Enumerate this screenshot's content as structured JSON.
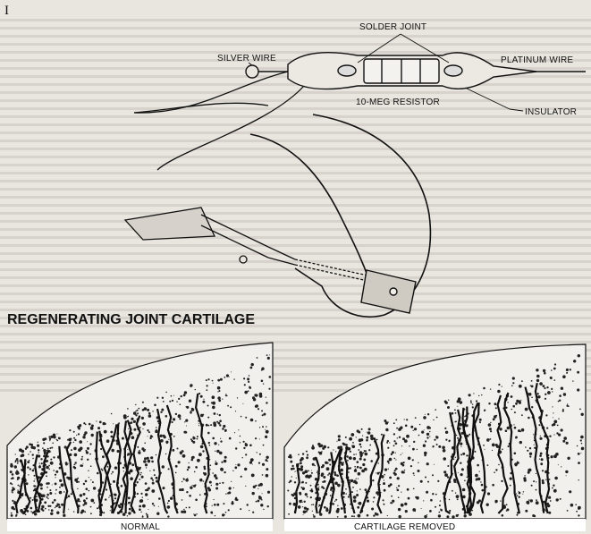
{
  "page": {
    "corner_mark": "I",
    "background_color": "#e9e6e0",
    "ink_color": "#111111"
  },
  "diagram": {
    "labels": {
      "solder_joint": "SOLDER JOINT",
      "silver_wire": "SILVER WIRE",
      "platinum_wire": "PLATINUM WIRE",
      "resistor": "10-MEG RESISTOR",
      "insulator": "INSULATOR"
    },
    "section_title": "REGENERATING JOINT CARTILAGE",
    "panels": {
      "left_caption": "NORMAL",
      "right_caption": "CARTILAGE REMOVED"
    }
  }
}
